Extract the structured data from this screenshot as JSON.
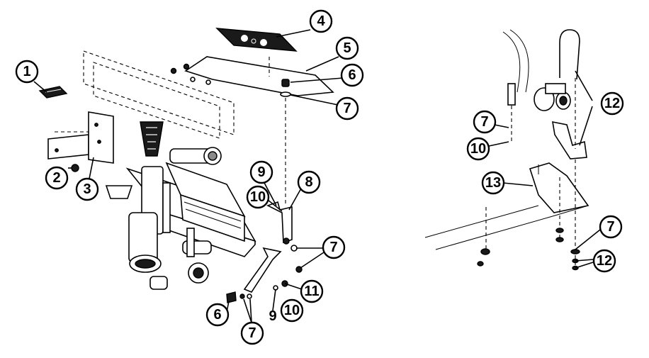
{
  "diagram": {
    "callouts": {
      "c1": "1",
      "c2": "2",
      "c3": "3",
      "c4": "4",
      "c5": "5",
      "c6a": "6",
      "c7a": "7",
      "c8": "8",
      "c9a": "9",
      "c10a": "10",
      "c7b": "7",
      "c11": "11",
      "c10b": "10",
      "c9b": "9",
      "c6b": "6",
      "c7c": "7",
      "c7d": "7",
      "c12a": "12",
      "c10c": "10",
      "c13": "13",
      "c7e": "7",
      "c12b": "12"
    }
  }
}
